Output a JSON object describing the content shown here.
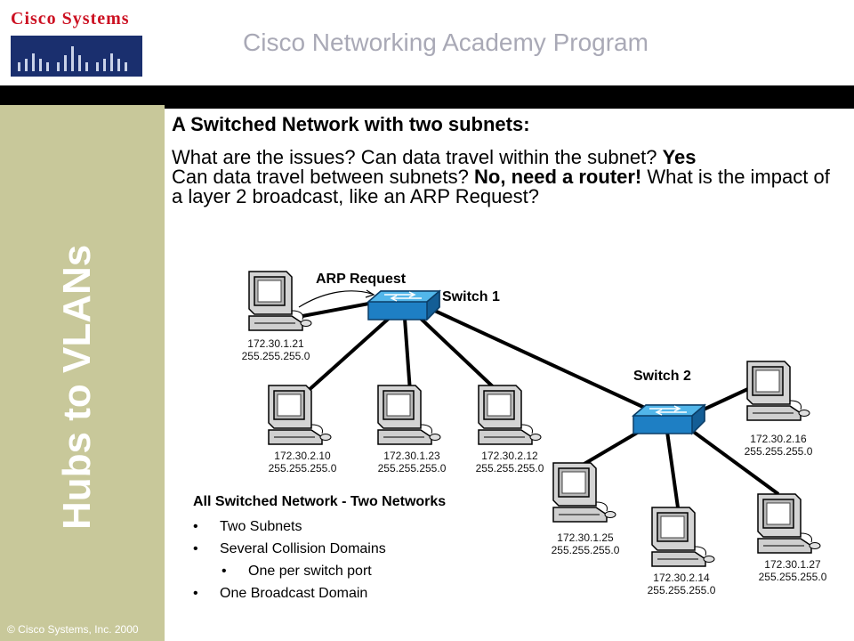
{
  "header": {
    "logo_text": "Cisco Systems",
    "title": "Cisco Networking Academy Program"
  },
  "sidebar": {
    "vertical_title": "Hubs to VLANs",
    "copyright": "© Cisco Systems, Inc. 2000"
  },
  "main": {
    "heading": "A Switched Network with two subnets:",
    "para": {
      "q1": "What are the issues?  Can data travel within the subnet?",
      "a1": "Yes",
      "q2": "Can data travel between subnets?",
      "a2": "No, need a router!",
      "q3": "What is the impact of a layer 2 broadcast, like an ARP Request?"
    }
  },
  "diagram": {
    "arp_label": "ARP Request",
    "switch1_label": "Switch 1",
    "switch2_label": "Switch 2",
    "hosts": [
      {
        "ip": "172.30.1.21",
        "mask": "255.255.255.0"
      },
      {
        "ip": "172.30.2.10",
        "mask": "255.255.255.0"
      },
      {
        "ip": "172.30.1.23",
        "mask": "255.255.255.0"
      },
      {
        "ip": "172.30.2.12",
        "mask": "255.255.255.0"
      },
      {
        "ip": "172.30.2.16",
        "mask": "255.255.255.0"
      },
      {
        "ip": "172.30.1.25",
        "mask": "255.255.255.0"
      },
      {
        "ip": "172.30.2.14",
        "mask": "255.255.255.0"
      },
      {
        "ip": "172.30.1.27",
        "mask": "255.255.255.0"
      }
    ]
  },
  "summary": {
    "title": "All Switched Network - Two Networks",
    "items": [
      "Two Subnets",
      "Several Collision Domains",
      "One per switch port",
      "One Broadcast Domain"
    ]
  }
}
